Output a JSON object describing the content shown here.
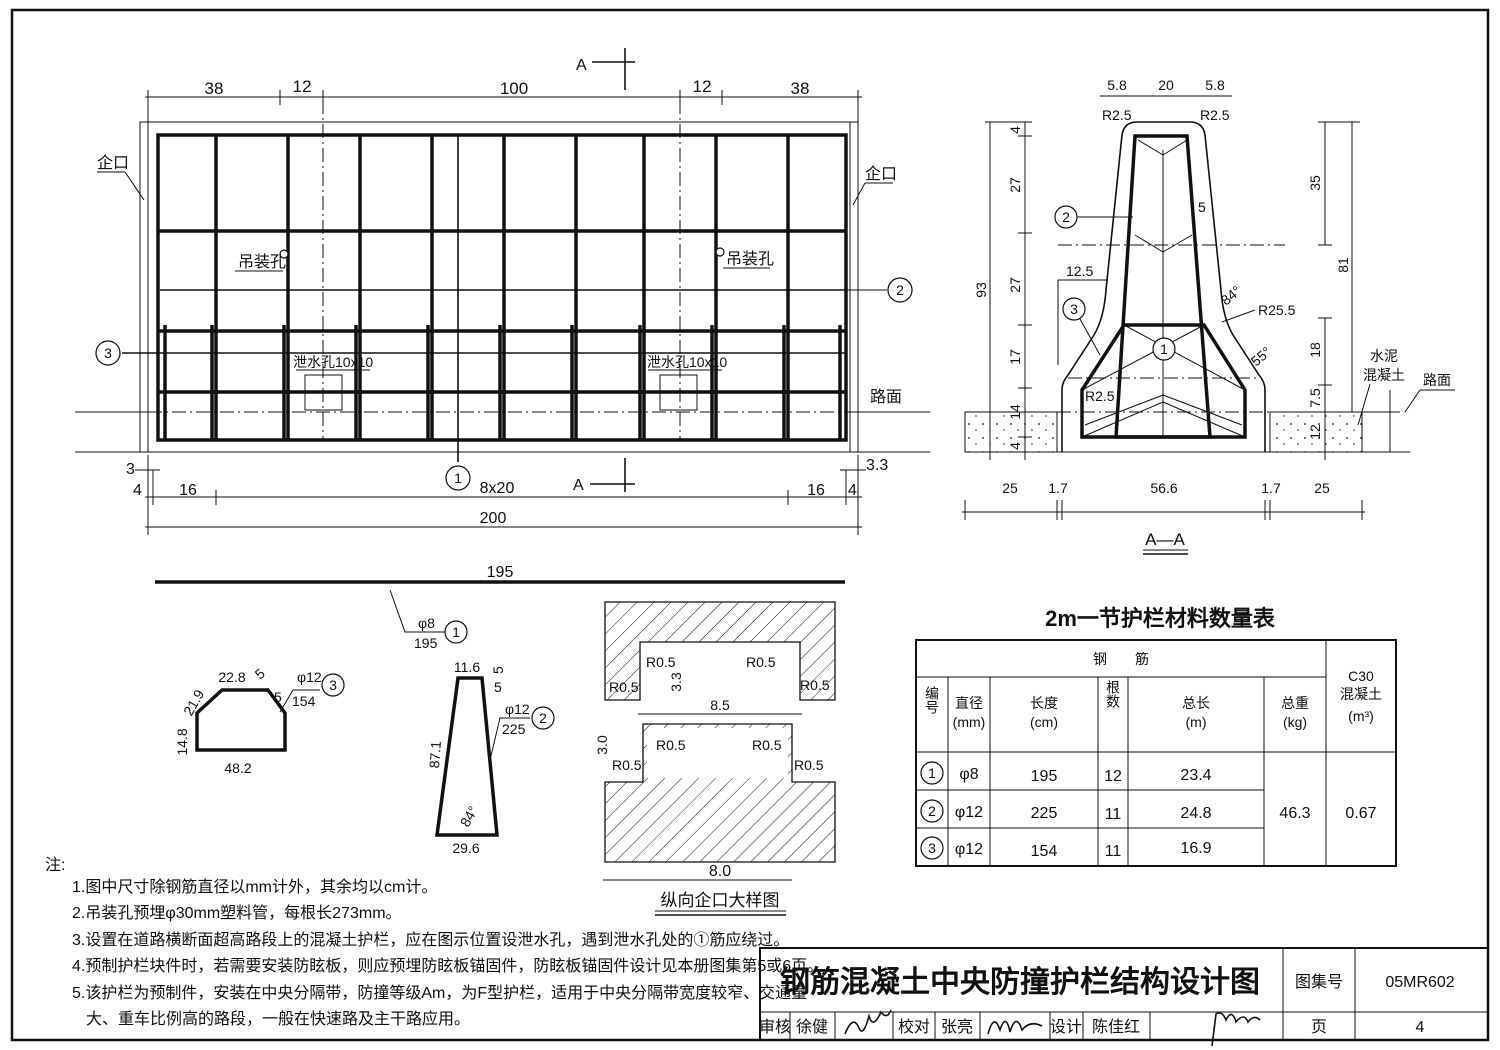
{
  "elevation": {
    "top_dims": [
      "38",
      "12",
      "100",
      "12",
      "38"
    ],
    "bottom_dims": [
      "4",
      "16",
      "8x20",
      "16",
      "4"
    ],
    "total": "200",
    "side_left": "3",
    "side_right": "3.3",
    "section_mark": "A",
    "tongue_left": "企口",
    "tongue_right": "企口",
    "lift_hole": "吊装孔",
    "drain_hole": "泄水孔10x10",
    "road": "路面",
    "bar1": "1",
    "bar2": "2",
    "bar3": "3"
  },
  "section": {
    "title": "A—A",
    "top_dims": [
      "5.8",
      "20",
      "5.8"
    ],
    "r_top": "R2.5",
    "left_dims": [
      "4",
      "27",
      "27",
      "17",
      "14",
      "4"
    ],
    "overall_left": "93",
    "w125": "12.5",
    "cover": "5",
    "angle84": "84°",
    "r255": "R25.5",
    "angle55": "55°",
    "r_bottom": "R2.5",
    "right_dims": [
      "35",
      "81",
      "18",
      "7.5",
      "12"
    ],
    "concrete_1": "水泥",
    "concrete_2": "混凝土",
    "road": "路面",
    "bottom_dims": [
      "25",
      "1.7",
      "56.6",
      "1.7",
      "25"
    ],
    "bar1": "1",
    "bar2": "2",
    "bar3": "3"
  },
  "bars": {
    "bar1": {
      "length_top": "195",
      "dia": "φ8",
      "length": "195",
      "no": "1"
    },
    "bar3": {
      "top": "22.8",
      "a": "5",
      "b": "5",
      "slope": "21.9",
      "side": "14.8",
      "bottom": "48.2",
      "dia": "φ12",
      "length": "154",
      "no": "3"
    },
    "bar2": {
      "top": "11.6",
      "a": "5",
      "b": "5",
      "side": "87.1",
      "angle": "84°",
      "bottom": "29.6",
      "dia": "φ12",
      "length": "225",
      "no": "2"
    }
  },
  "detail": {
    "radius": "R0.5",
    "d33": "3.3",
    "d85": "8.5",
    "d30": "3.0",
    "d80": "8.0",
    "title": "纵向企口大样图"
  },
  "table": {
    "title": "2m一节护栏材料数量表",
    "group_header": "钢　　筋",
    "headers": {
      "no": "编号",
      "dia": "直径",
      "dia_unit": "(mm)",
      "len": "长度",
      "len_unit": "(cm)",
      "count": "根数",
      "total_len": "总长",
      "total_len_unit": "(m)",
      "weight": "总重",
      "weight_unit": "(kg)",
      "concrete": "C30",
      "concrete_2": "混凝土",
      "concrete_unit": "(m³)"
    },
    "rows": [
      {
        "no": "1",
        "dia": "φ8",
        "len": "195",
        "count": "12",
        "total": "23.4"
      },
      {
        "no": "2",
        "dia": "φ12",
        "len": "225",
        "count": "11",
        "total": "24.8"
      },
      {
        "no": "3",
        "dia": "φ12",
        "len": "154",
        "count": "11",
        "total": "16.9"
      }
    ],
    "weight": "46.3",
    "concrete": "0.67"
  },
  "notes": {
    "label": "注:",
    "items": [
      "1.图中尺寸除钢筋直径以mm计外，其余均以cm计。",
      "2.吊装孔预埋φ30mm塑料管，每根长273mm。",
      "3.设置在道路横断面超高路段上的混凝土护栏，应在图示位置设泄水孔，遇到泄水孔处的①筋应绕过。",
      "4.预制护栏块件时，若需要安装防眩板，则应预埋防眩板锚固件，防眩板锚固件设计见本册图集第5或6页。",
      "5.该护栏为预制件，安装在中央分隔带，防撞等级Am，为F型护栏，适用于中央分隔带宽度较窄、交通量",
      "大、重车比例高的路段，一般在快速路及主干路应用。"
    ]
  },
  "title_block": {
    "title": "钢筋混凝土中央防撞护栏结构设计图",
    "atlas_label": "图集号",
    "atlas_no": "05MR602",
    "review_label": "审核",
    "review_name": "徐健",
    "review_sig": "徐健",
    "check_label": "校对",
    "check_name": "张亮",
    "check_sig": "张亮",
    "design_label": "设计",
    "design_name": "陈佳红",
    "design_sig": "陈佳红",
    "page_label": "页",
    "page_no": "4"
  }
}
